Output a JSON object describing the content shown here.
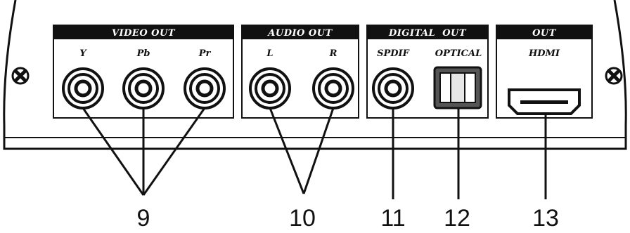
{
  "panel": {
    "sections": [
      {
        "header": "VIDEO OUT",
        "labels": [
          "Y",
          "Pb",
          "Pr"
        ]
      },
      {
        "header": "AUDIO OUT",
        "labels": [
          "L",
          "R"
        ]
      },
      {
        "header": "DIGITAL  OUT",
        "labels": [
          "SPDIF",
          "OPTICAL"
        ]
      },
      {
        "header": "OUT",
        "labels": [
          "HDMI"
        ]
      }
    ]
  },
  "callouts": [
    "9",
    "10",
    "11",
    "12",
    "13"
  ],
  "colors": {
    "ink": "#111111",
    "panel": "#ffffff",
    "header_bg": "#111111",
    "optical_fill": "#555555"
  },
  "icons": [
    "screw-icon",
    "rca-jack-icon",
    "optical-port-icon",
    "hdmi-port-icon"
  ]
}
